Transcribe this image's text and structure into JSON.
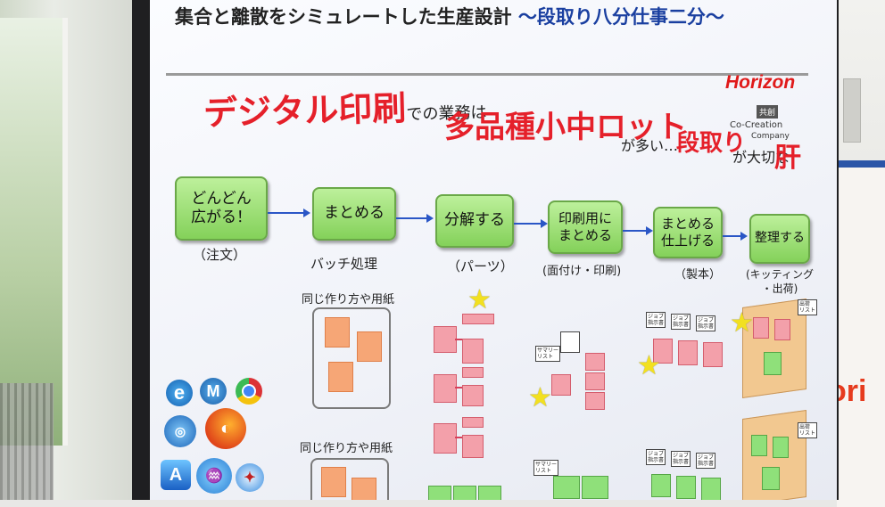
{
  "slide": {
    "title_main": "集合と離散をシミュレートした生産設計",
    "title_accent": "～段取り八分仕事二分～",
    "brand": "Horizon",
    "brand_kanji": "共創",
    "brand_sub_1": "Co-Creation",
    "brand_sub_2": "Company",
    "tagline": {
      "part1": "デジタル印刷",
      "part2": "での業務は",
      "part3": "多品種小中ロット",
      "part4": "が多い…",
      "part5": "段取り",
      "part6": "が大切な",
      "part7": "肝"
    },
    "steps": [
      {
        "label": "どんどん\n広がる！",
        "caption": "（注文）"
      },
      {
        "label": "まとめる",
        "caption": "バッチ処理"
      },
      {
        "label": "分解する",
        "caption": "（パーツ）"
      },
      {
        "label": "印刷用に\nまとめる",
        "caption": "(面付け・印刷)"
      },
      {
        "label": "まとめる\n仕上げる",
        "caption": "（製本）"
      },
      {
        "label": "整理する",
        "caption": "(キッティング\n・出荷)"
      }
    ],
    "batch_label_1": "同じ作り方や用紙",
    "batch_label_2": "同じ作り方や用紙",
    "note_summary": "サマリー\nリスト",
    "note_job": "ジョブ\n指示書",
    "note_ship": "出荷\nリスト"
  },
  "colors": {
    "step_green": "#84d15a",
    "arrow_blue": "#2a56c6",
    "accent_red": "#e5202a",
    "title_blue": "#1a3fa0",
    "brand_red": "#e01a1a"
  },
  "icons": [
    "ie-icon",
    "maxthon-icon",
    "chrome-icon",
    "ie-globe-icon",
    "firefox-icon",
    "ilunascape-icon",
    "sleipnir-icon",
    "safari-icon"
  ],
  "room": {
    "side_logo": "ori"
  }
}
